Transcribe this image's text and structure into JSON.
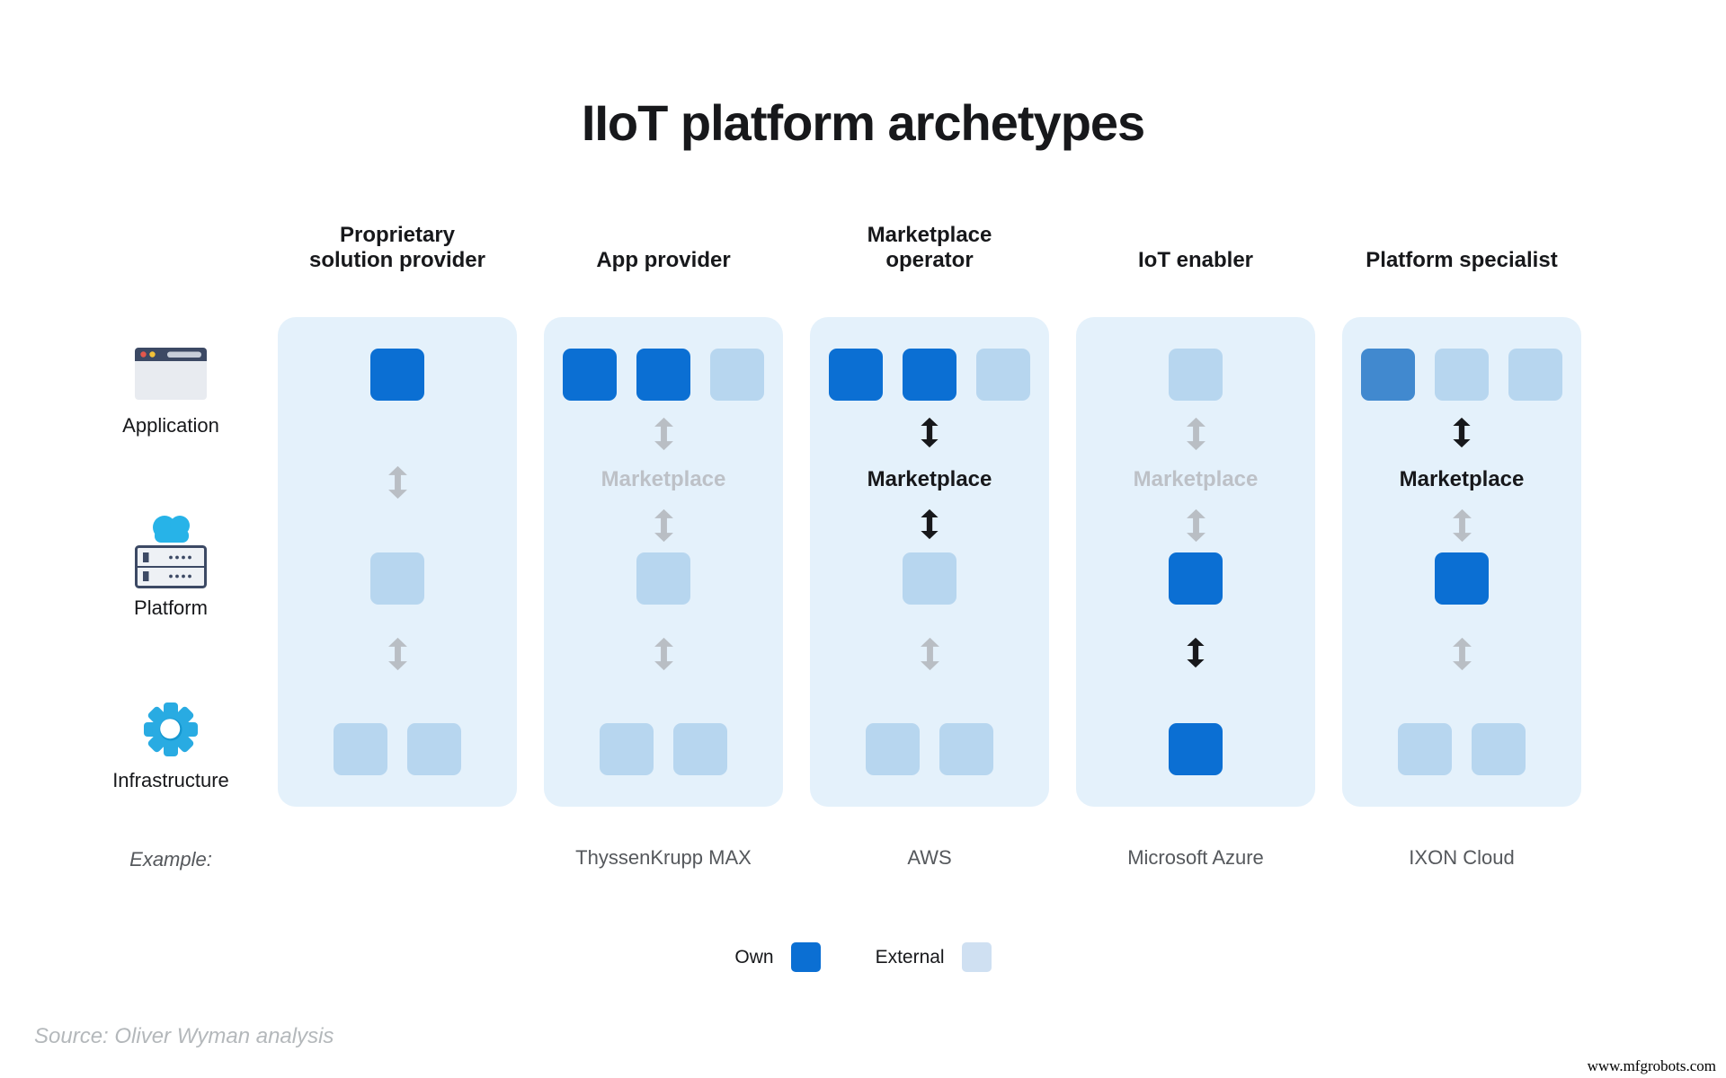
{
  "title": "IIoT platform archetypes",
  "row_labels": [
    {
      "label": "Application",
      "icon": "browser-window-icon"
    },
    {
      "label": "Platform",
      "icon": "cloud-server-icon"
    },
    {
      "label": "Infrastructure",
      "icon": "gear-icon"
    }
  ],
  "example_caption": "Example:",
  "columns": [
    {
      "header_lines": [
        "Proprietary",
        "solution provider"
      ],
      "application_squares": [
        "own"
      ],
      "marketplace_label": null,
      "marketplace_state": null,
      "arrow_app_marketplace": "gray",
      "arrow_marketplace_platform": null,
      "platform_squares": [
        "external"
      ],
      "arrow_platform_infrastructure": "gray",
      "infrastructure_squares": [
        "external",
        "external"
      ],
      "example": ""
    },
    {
      "header_lines": [
        "App provider"
      ],
      "application_squares": [
        "own",
        "own",
        "external"
      ],
      "marketplace_label": "Marketplace",
      "marketplace_state": "inactive",
      "arrow_app_marketplace": "gray",
      "arrow_marketplace_platform": "gray",
      "platform_squares": [
        "external"
      ],
      "arrow_platform_infrastructure": "gray",
      "infrastructure_squares": [
        "external",
        "external"
      ],
      "example": "ThyssenKrupp MAX"
    },
    {
      "header_lines": [
        "Marketplace",
        "operator"
      ],
      "application_squares": [
        "own",
        "own",
        "external"
      ],
      "marketplace_label": "Marketplace",
      "marketplace_state": "active",
      "arrow_app_marketplace": "black",
      "arrow_marketplace_platform": "black",
      "platform_squares": [
        "external"
      ],
      "arrow_platform_infrastructure": "gray",
      "infrastructure_squares": [
        "external",
        "external"
      ],
      "example": "AWS"
    },
    {
      "header_lines": [
        "IoT enabler"
      ],
      "application_squares": [
        "external"
      ],
      "marketplace_label": "Marketplace",
      "marketplace_state": "inactive",
      "arrow_app_marketplace": "gray",
      "arrow_marketplace_platform": "gray",
      "platform_squares": [
        "own"
      ],
      "arrow_platform_infrastructure": "black",
      "infrastructure_squares": [
        "own"
      ],
      "example": "Microsoft Azure"
    },
    {
      "header_lines": [
        "Platform specialist"
      ],
      "application_squares": [
        "partial",
        "external",
        "external"
      ],
      "marketplace_label": "Marketplace",
      "marketplace_state": "active",
      "arrow_app_marketplace": "black",
      "arrow_marketplace_platform": "gray",
      "platform_squares": [
        "own"
      ],
      "arrow_platform_infrastructure": "gray",
      "infrastructure_squares": [
        "external",
        "external"
      ],
      "example": "IXON Cloud"
    }
  ],
  "legend": {
    "own_label": "Own",
    "external_label": "External"
  },
  "source": "Source: Oliver Wyman analysis",
  "website": "www.mfgrobots.com",
  "colors": {
    "own": "#0b6fd3",
    "external": "#b7d6ef",
    "partial": "#4189cf",
    "legend_external": "#cfe0f2",
    "panel_bg": "#e4f1fb",
    "arrow_gray": "#b9bec4",
    "ink": "#17181b",
    "marketplace_inactive": "#bdc1c7",
    "example_text": "#55585c",
    "source_text": "#b4b8bb",
    "icon_cyan": "#27b3e8",
    "icon_gear": "#29abe2",
    "icon_navy": "#3c4964"
  }
}
